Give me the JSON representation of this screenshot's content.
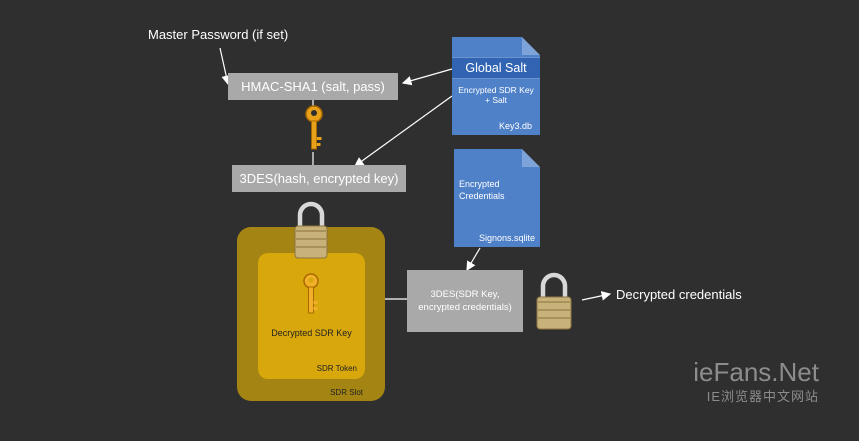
{
  "labels": {
    "master_password": "Master Password (if set)",
    "hmac": "HMAC-SHA1 (salt, pass)",
    "tdes_hash": "3DES(hash, encrypted key)",
    "tdes_sdr": "3DES(SDR Key, encrypted credentials)",
    "decrypted_credentials": "Decrypted credentials",
    "decrypted_sdr_key": "Decrypted SDR Key",
    "sdr_token": "SDR Token",
    "sdr_slot": "SDR Slot"
  },
  "key3db": {
    "title": "Global Salt",
    "band": "Encrypted SDR Key + Salt",
    "file": "Key3.db"
  },
  "signons": {
    "band": "Encrypted Credentials",
    "file": "Signons.sqlite"
  },
  "watermark": {
    "title": "ieFans.Net",
    "subtitle": "IE浏览器中文网站"
  },
  "colors": {
    "background": "#2f2f2f",
    "box": "#a9a9a9",
    "doc_blue": "#4f81c9",
    "slot_outer": "#a48514",
    "slot_inner": "#d8a70c"
  }
}
